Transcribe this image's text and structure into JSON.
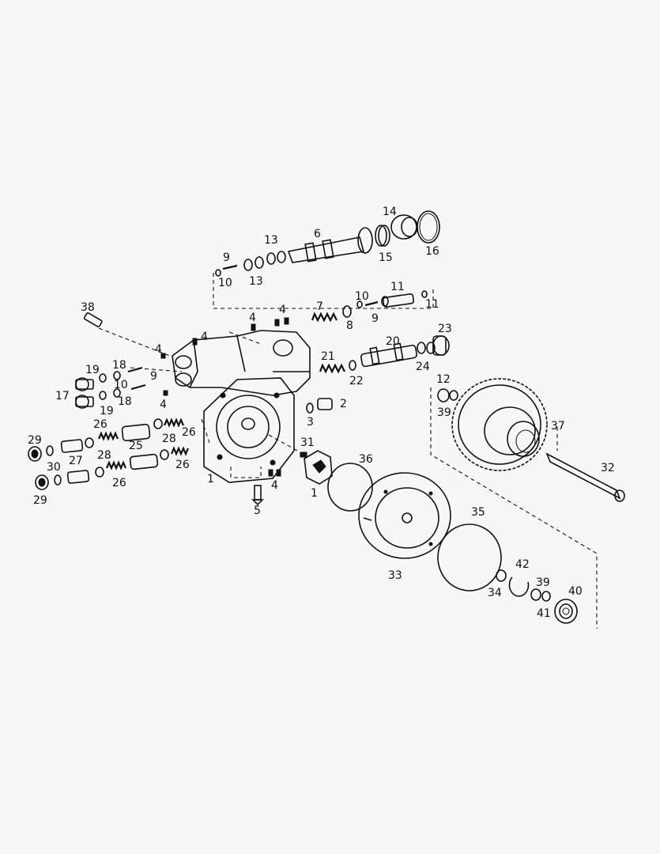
{
  "diagram": {
    "callouts": [
      "1",
      "2",
      "3",
      "4",
      "5",
      "6",
      "7",
      "8",
      "9",
      "10",
      "11",
      "12",
      "13",
      "14",
      "15",
      "16",
      "17",
      "18",
      "19",
      "20",
      "21",
      "22",
      "23",
      "24",
      "25",
      "26",
      "27",
      "28",
      "29",
      "30",
      "31",
      "32",
      "33",
      "34",
      "35",
      "36",
      "37",
      "38",
      "39",
      "40",
      "41",
      "42"
    ],
    "colors": {
      "ink": "#111111",
      "paper": "#f7f7f7"
    }
  }
}
